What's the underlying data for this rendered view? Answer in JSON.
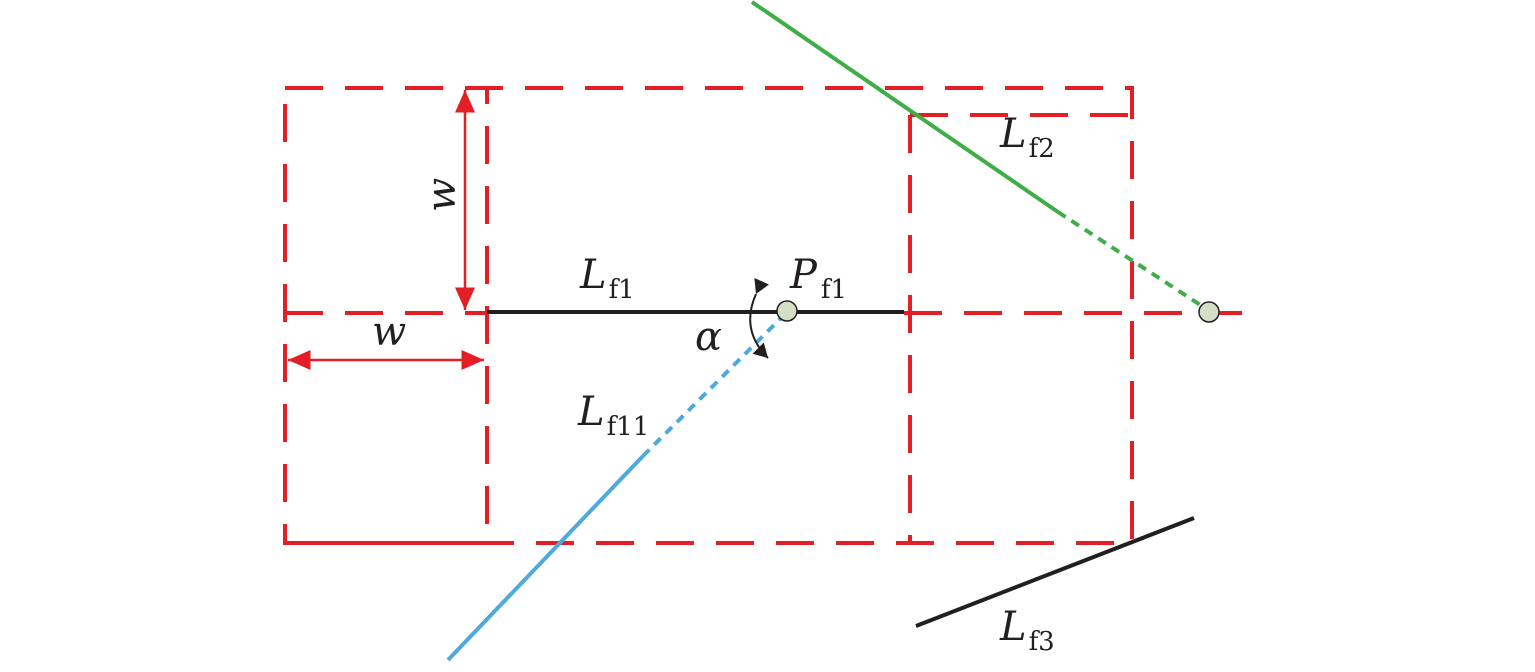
{
  "colors": {
    "box": "#e31e24",
    "line_main": "#231f20",
    "line_green": "#3fae49",
    "line_blue": "#4ea9dc",
    "point_fill": "#d6dec8",
    "arrow": "#e31e24"
  },
  "labels": {
    "lf1": {
      "main": "L",
      "sub": "f1"
    },
    "lf2": {
      "main": "L",
      "sub": "f2"
    },
    "lf3": {
      "main": "L",
      "sub": "f3"
    },
    "lf11": {
      "main": "L",
      "sub": "f11"
    },
    "pf1": {
      "main": "P",
      "sub": "f1"
    },
    "alpha": "α",
    "w_vertical": "w",
    "w_horizontal": "w"
  }
}
